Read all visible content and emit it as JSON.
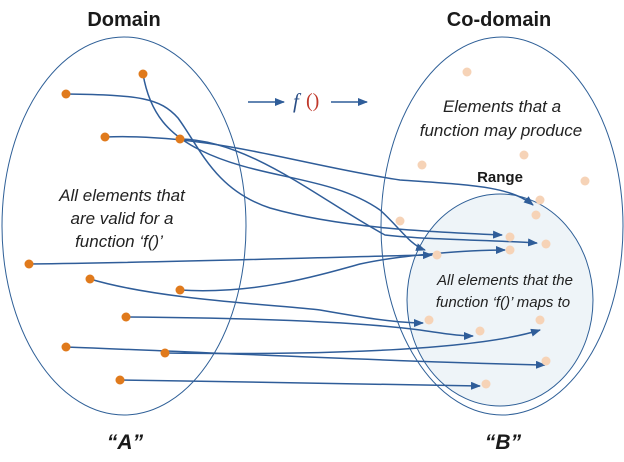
{
  "domain_title": "Domain",
  "codomain_title": "Co-domain",
  "range_title": "Range",
  "function_label": {
    "name": "f",
    "parens": "()"
  },
  "domain_caption": [
    "All elements that",
    "are valid for a",
    "function ‘f()’"
  ],
  "codomain_caption": [
    "Elements that a",
    "function may produce"
  ],
  "range_caption": [
    "All elements that the",
    "function ‘f()’ maps to"
  ],
  "set_label_a": "“A”",
  "set_label_b": "“B”",
  "colors": {
    "ellipse_stroke": "#2e5f97",
    "range_fill": "#eef4f8",
    "arrow": "#2f5d99",
    "domain_dot": "#e07a1c",
    "codomain_dot": "#f6d3b7"
  }
}
